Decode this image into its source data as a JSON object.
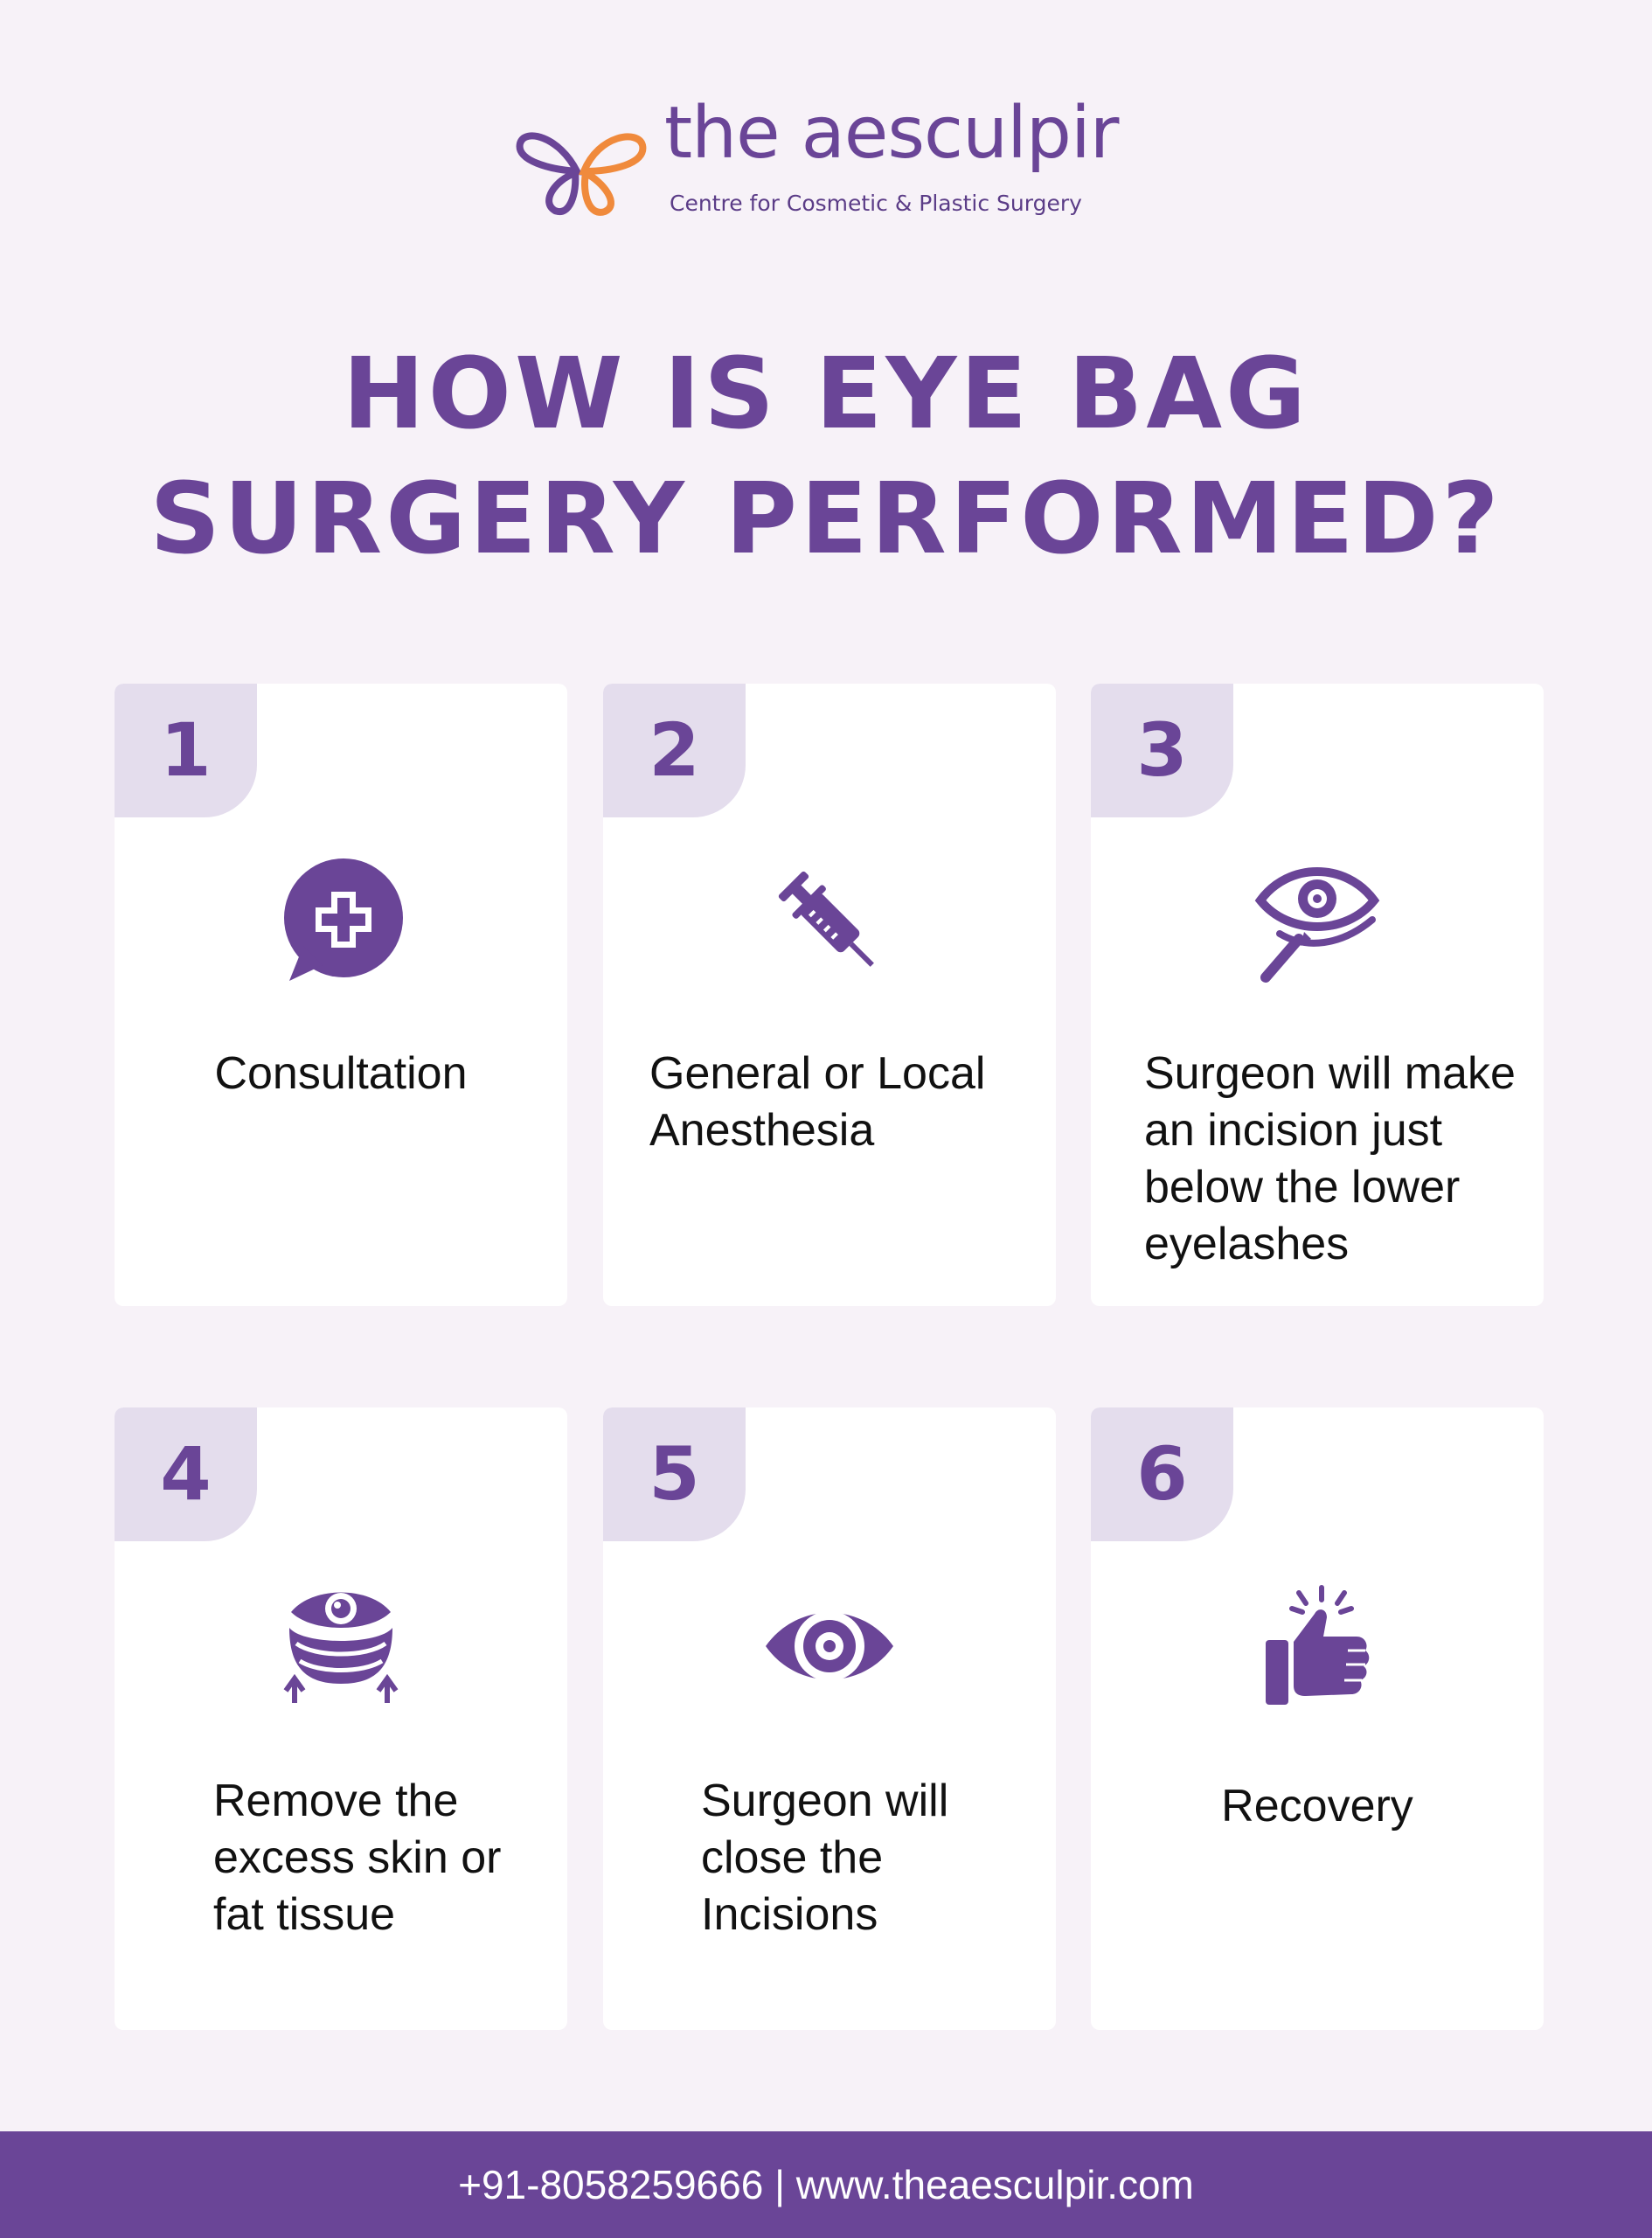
{
  "brand": {
    "name": "the aesculpir",
    "tagline": "Centre for Cosmetic & Plastic Surgery",
    "logo_icon": "butterfly-logo",
    "colors": {
      "primary": "#6a4597",
      "accent_orange": "#f08a3c",
      "badge_bg": "#e4dded",
      "page_bg": "#f7f2f8"
    }
  },
  "title": {
    "line1": "HOW IS EYE BAG",
    "line2": "SURGERY PERFORMED?"
  },
  "steps": [
    {
      "number": "1",
      "text": "Consultation",
      "icon": "medical-chat-icon"
    },
    {
      "number": "2",
      "text": "General or Local Anesthesia",
      "icon": "syringe-icon"
    },
    {
      "number": "3",
      "text": "Surgeon will make an incision just below the lower eyelashes",
      "icon": "eye-scalpel-icon"
    },
    {
      "number": "4",
      "text": "Remove the excess skin or fat tissue",
      "icon": "eye-bag-lift-icon"
    },
    {
      "number": "5",
      "text": "Surgeon will close the Incisions",
      "icon": "eye-icon"
    },
    {
      "number": "6",
      "text": "Recovery",
      "icon": "thumbs-up-icon"
    }
  ],
  "footer": {
    "contact": "+91-8058259666 | www.theaesculpir.com"
  }
}
